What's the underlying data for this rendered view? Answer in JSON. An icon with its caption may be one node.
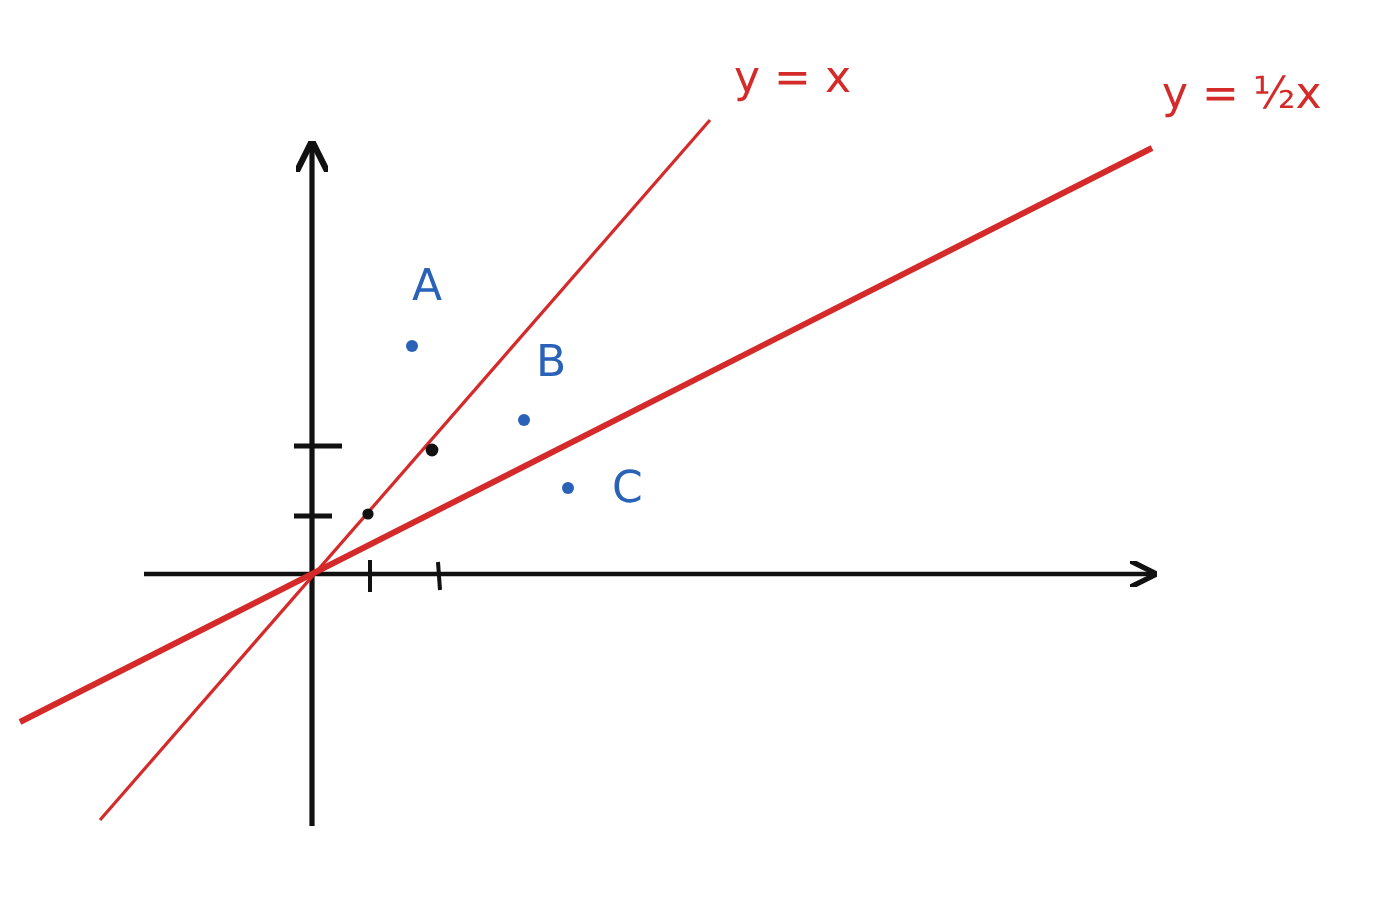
{
  "diagram": {
    "labels": [
      "y = x",
      "y = ½x",
      "A",
      "B",
      "C"
    ]
  }
}
